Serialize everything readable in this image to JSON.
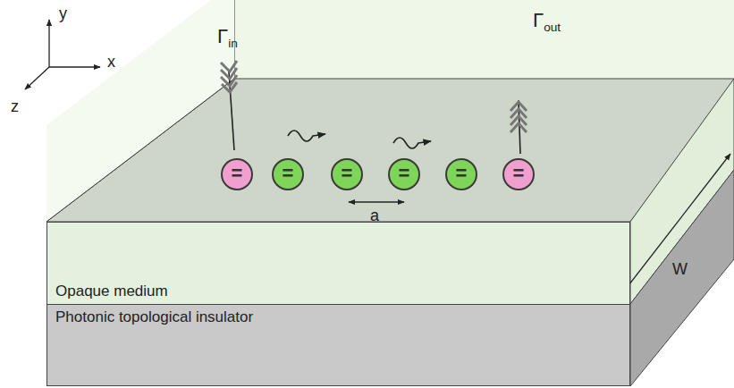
{
  "diagram": {
    "nodes": [
      {
        "text": [
          "="
        ]
      },
      {
        "text": [
          "="
        ]
      },
      {
        "text": [
          "="
        ]
      },
      {
        "text": [
          "="
        ]
      },
      {
        "text": [
          "="
        ]
      },
      {
        "text": [
          "="
        ]
      },
      {
        "text": [
          "Opaque medium"
        ]
      },
      {
        "text": [
          "Photonic topological insulator"
        ]
      }
    ],
    "labels": [
      "y",
      "x",
      "z",
      "Γin",
      "Γout",
      "a",
      "W"
    ]
  }
}
